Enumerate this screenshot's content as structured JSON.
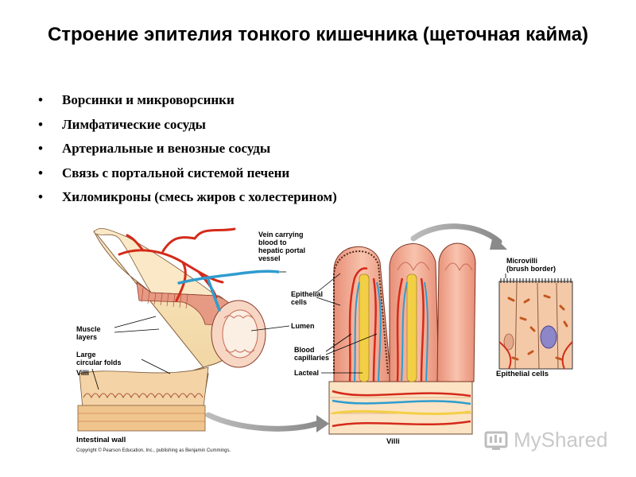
{
  "slide": {
    "title": "Строение эпителия тонкого кишечника (щеточная кайма)",
    "bullets": [
      "Ворсинки и микроворсинки",
      "Лимфатические сосуды",
      "Артериальные и венозные сосуды",
      "Связь с портальной системой печени",
      "Хиломикроны (смесь жиров с холестерином)"
    ]
  },
  "figure": {
    "labels": {
      "vein": "Vein carrying\nblood to\nhepatic portal\nvessel",
      "muscle": "Muscle\nlayers",
      "folds": "Large\ncircular folds",
      "villi": "Villi",
      "epithelial_cells_mid": "Epithelial\ncells",
      "lumen": "Lumen",
      "capillaries": "Blood\ncapillaries",
      "lacteal": "Lacteal",
      "microvilli": "Microvilli\n(brush border)"
    },
    "captions": {
      "intestinal_wall": "Intestinal wall",
      "villi": "Villi",
      "epithelial_cells": "Epithelial cells"
    },
    "copyright": "Copyright © Pearson Education, Inc., publishing as Benjamin Cummings.",
    "watermark": "MyShared"
  },
  "colors": {
    "artery": "#d42a1a",
    "vein": "#2f9ccf",
    "tissue": "#f2a98c",
    "lacteal": "#f3cf45",
    "wall": "#f6dfb0"
  }
}
